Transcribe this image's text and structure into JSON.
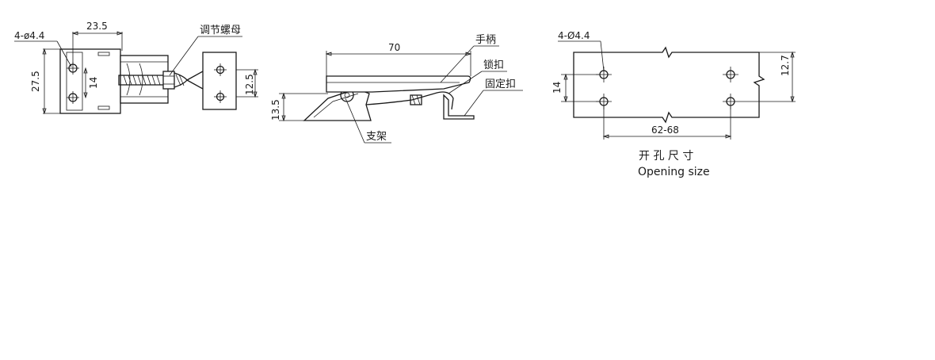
{
  "front_view": {
    "hole_spec": "4-ø4.4",
    "dim_width": "23.5",
    "dim_height": "27.5",
    "dim_hole_spacing": "14",
    "dim_keeper_height": "12.5",
    "part_adjust_nut": "调节螺母"
  },
  "side_view": {
    "dim_length": "70",
    "dim_height": "13.5",
    "part_handle": "手柄",
    "part_lock": "锁扣",
    "part_catch": "固定扣",
    "part_bracket": "支架"
  },
  "opening_view": {
    "hole_spec": "4-Ø4.4",
    "dim_vertical_spacing": "14",
    "dim_keeper_spacing": "12.7",
    "dim_horizontal_spacing": "62-68",
    "caption_cn": "开 孔 尺 寸",
    "caption_en": "Opening size"
  }
}
